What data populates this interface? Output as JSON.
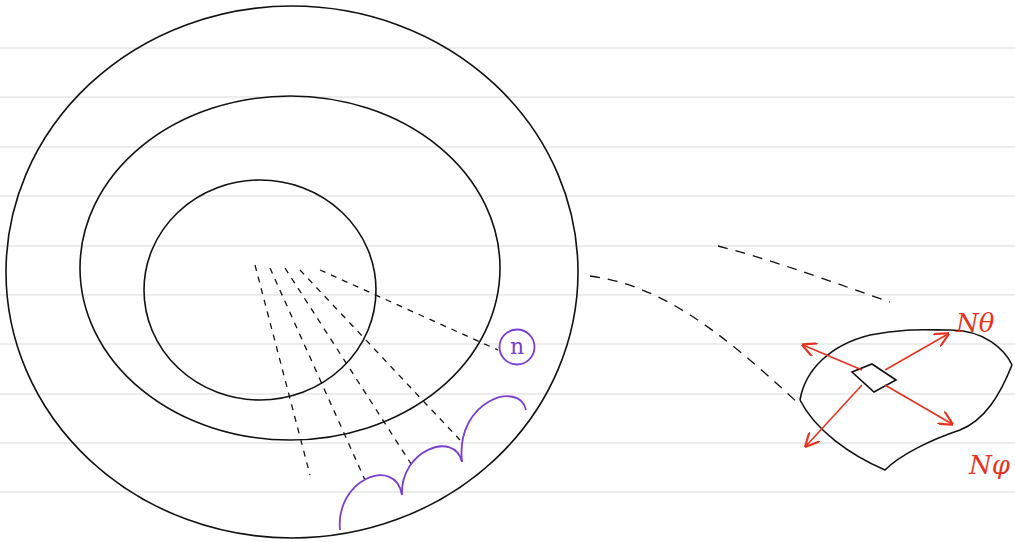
{
  "diagram": {
    "nodes": [
      {
        "text": [
          "n"
        ]
      }
    ],
    "labels": [
      "Nθ",
      "Nφ"
    ]
  }
}
